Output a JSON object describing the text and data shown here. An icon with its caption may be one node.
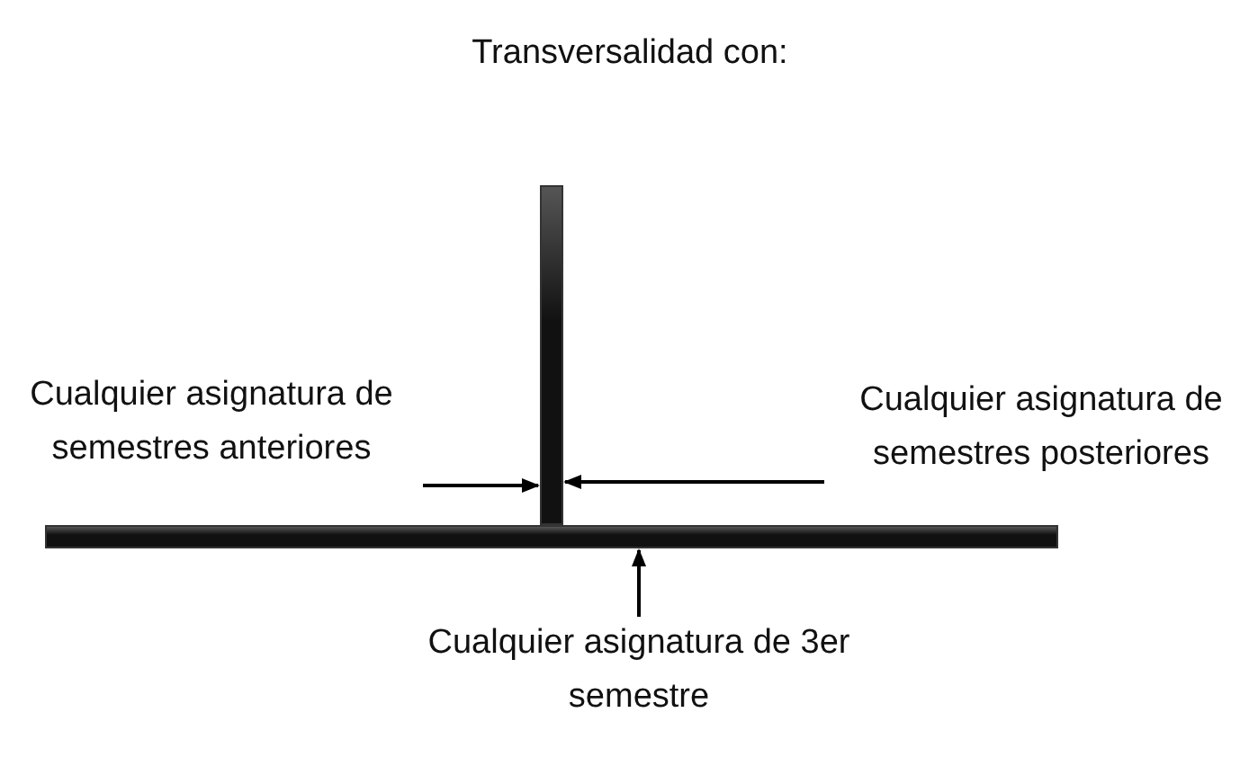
{
  "diagram": {
    "title": "Transversalidad con:",
    "nodes": [
      {
        "text": [
          "Cualquier asignatura de semestres anteriores"
        ]
      },
      {
        "text": [
          "Cualquier asignatura de semestres posteriores"
        ]
      },
      {
        "text": [
          "Cualquier asignatura de 3er semestre"
        ]
      },
      {
        "text": [],
        "shape": "bar"
      },
      {
        "text": [],
        "shape": "bar"
      }
    ],
    "edges": [
      {
        "from": 0,
        "to": 3,
        "arrow": "to"
      },
      {
        "from": 1,
        "to": 3,
        "arrow": "to"
      },
      {
        "from": 2,
        "to": 4,
        "arrow": "to"
      }
    ]
  }
}
